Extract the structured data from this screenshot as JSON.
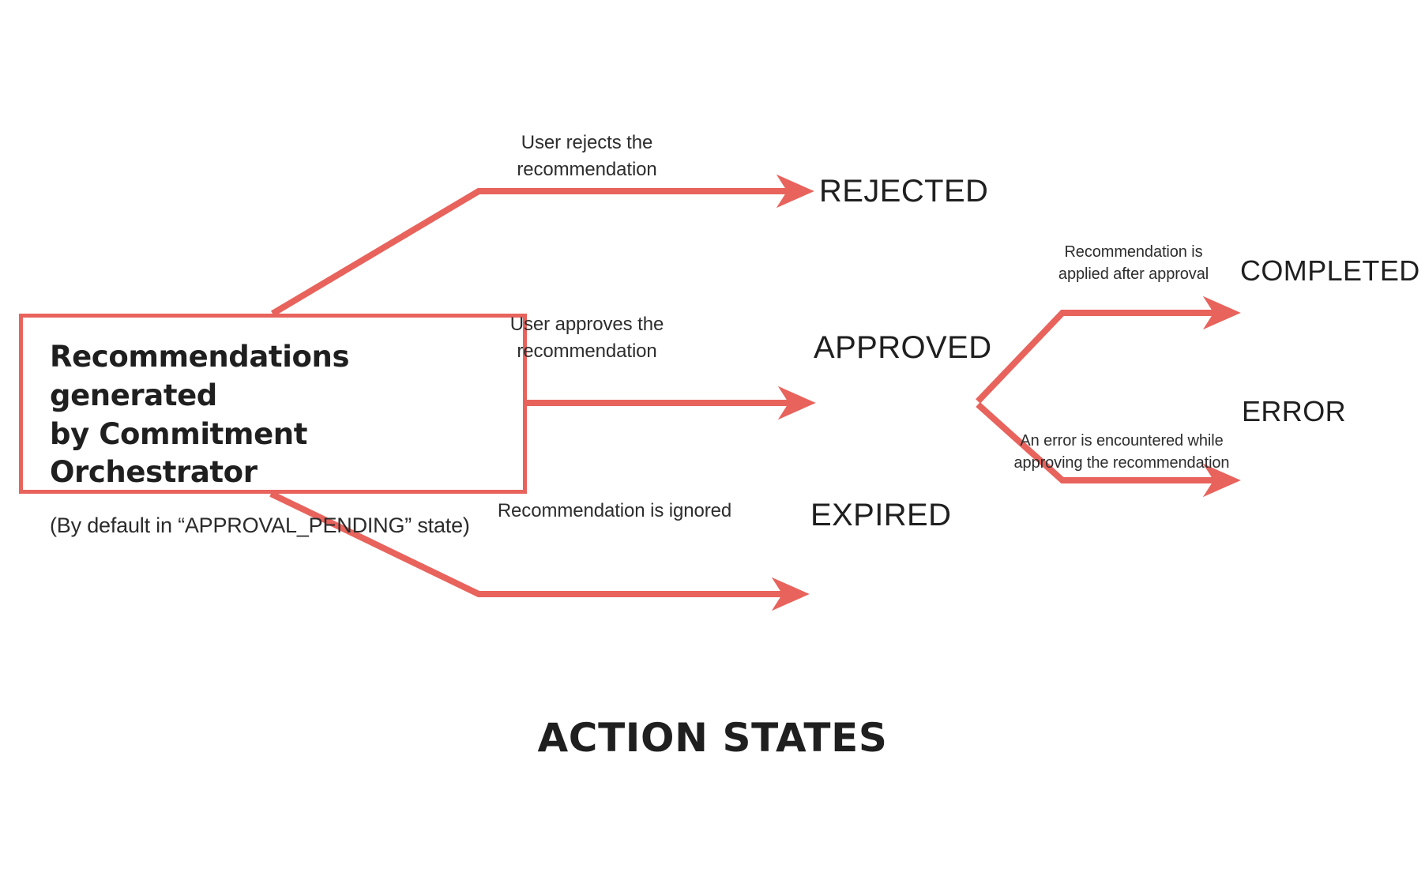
{
  "figure": {
    "caption": "ACTION STATES",
    "accent_color": "#e8635c",
    "text_color": "#1f1f1f"
  },
  "source": {
    "title": "Recommendations generated\nby Commitment Orchestrator",
    "subtitle": "(By default in “APPROVAL_PENDING” state)"
  },
  "states": {
    "rejected": "REJECTED",
    "approved": "APPROVED",
    "expired": "EXPIRED",
    "completed": "COMPLETED",
    "error": "ERROR"
  },
  "transitions": {
    "rejects": "User rejects the\nrecommendation",
    "approves": "User approves the\nrecommendation",
    "ignored": "Recommendation is ignored",
    "applied": "Recommendation is\napplied after approval",
    "errored": "An error is encountered while\napproving the recommendation"
  }
}
